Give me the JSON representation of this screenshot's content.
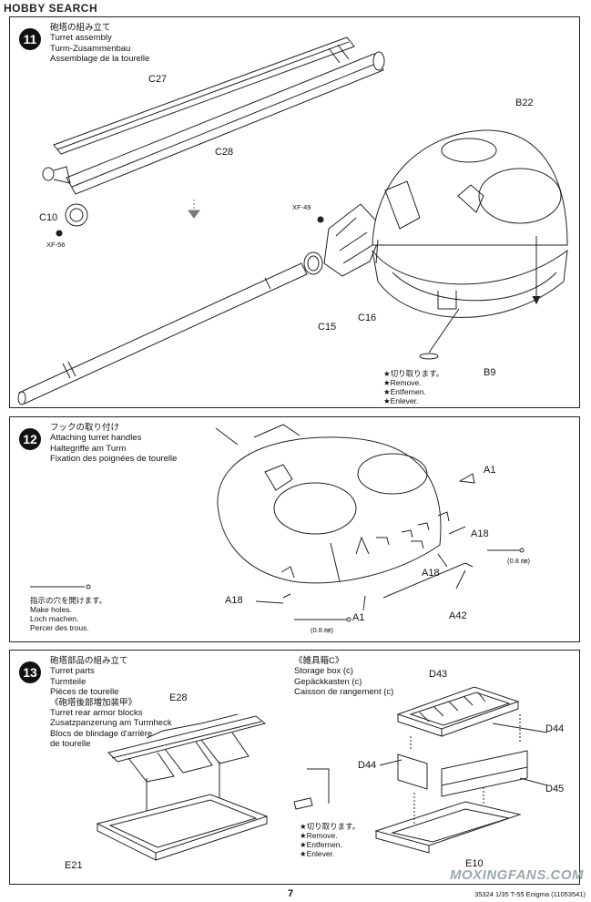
{
  "watermark": "HOBBY SEARCH",
  "watermark_right": "MOXINGFANS.COM",
  "page_number": "7",
  "footer_code": "35324 1/35 T-55 Enigma (11053541)",
  "steps": [
    {
      "number": "11",
      "title_ja": "砲塔の組み立て",
      "title_en": "Turret assembly",
      "title_de": "Turm-Zusammenbau",
      "title_fr": "Assemblage de la tourelle",
      "labels": [
        "C27",
        "C28",
        "B22",
        "C10",
        "XF-56",
        "XF-49",
        "C15",
        "C16",
        "B9"
      ],
      "remove": [
        "★切り取ります。",
        "★Remove.",
        "★Entfernen.",
        "★Enlever."
      ]
    },
    {
      "number": "12",
      "title_ja": "フックの取り付け",
      "title_en": "Attaching turret handles",
      "title_de": "Haltegriffe am Turm",
      "title_fr": "Fixation des poignées de tourelle",
      "labels": [
        "A1",
        "A18",
        "A18",
        "A18",
        "A1",
        "A42"
      ],
      "drill": "(0.8 ㎜)",
      "holes": [
        "指示の穴を開けます。",
        "Make holes.",
        "Loch machen.",
        "Percer des trous."
      ]
    },
    {
      "number": "13",
      "title_ja": "砲塔部品の組み立て",
      "title_en": "Turret parts",
      "title_de": "Turmteile",
      "title_fr": "Pièces de tourelle",
      "sub_ja": "《砲塔後部増加装甲》",
      "sub_en": "Turret rear armor blocks",
      "sub_de": "Zusatzpanzerung am Turmheck",
      "sub_fr1": "Blocs de blindage d'arrière",
      "sub_fr2": "de tourelle",
      "box_ja": "《雑具箱C》",
      "box_en": "Storage box (c)",
      "box_de": "Gepäckkasten (c)",
      "box_fr": "Caisson de rangement (c)",
      "labels": [
        "E28",
        "E21",
        "D43",
        "D44",
        "D44",
        "D45",
        "E10"
      ],
      "remove": [
        "★切り取ります。",
        "★Remove.",
        "★Entfernen.",
        "★Enlever."
      ]
    }
  ]
}
